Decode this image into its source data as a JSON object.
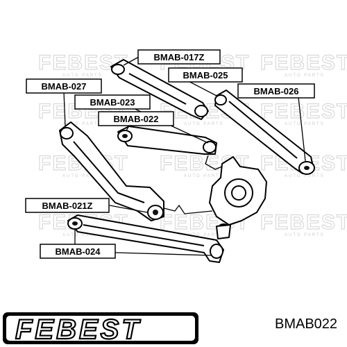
{
  "labels": {
    "bmab_017z": "BMAB-017Z",
    "bmab_025": "BMAB-025",
    "bmab_026": "BMAB-026",
    "bmab_027": "BMAB-027",
    "bmab_023": "BMAB-023",
    "bmab_022": "BMAB-022",
    "bmab_021z": "BMAB-021Z",
    "bmab_024": "BMAB-024"
  },
  "watermark": {
    "brand": "FEBEST",
    "tagline": "AUTO PARTS"
  },
  "footer": {
    "logo": "FEBEST",
    "part_number": "BMAB022"
  }
}
